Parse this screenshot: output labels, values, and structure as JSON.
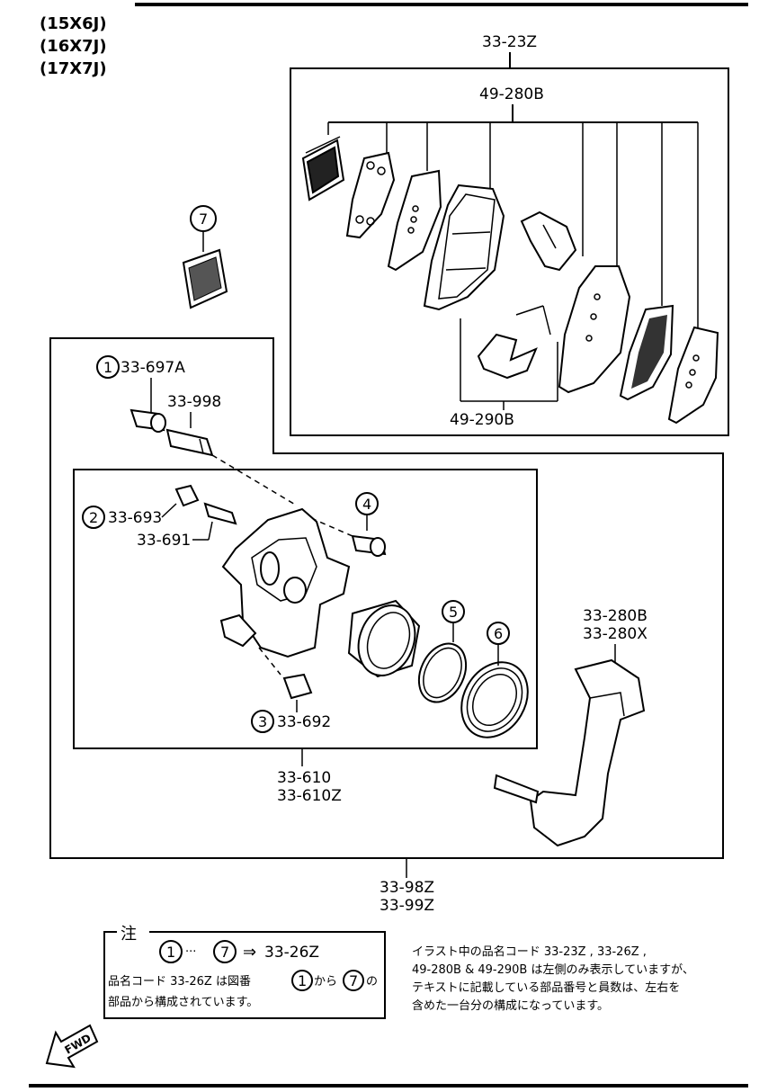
{
  "sizes": [
    "(15X6J)",
    "(16X7J)",
    "(17X7J)"
  ],
  "labels": {
    "kit_top": "33-23Z",
    "pad_set": "49-280B",
    "clip_set": "49-290B",
    "guide_pin_rubber": "33-697A",
    "guide_pin": "33-998",
    "bleeder_cap": "33-693",
    "bleeder_screw": "33-691",
    "bolt_num": "4",
    "piston_seal_num": "5",
    "dust_boot_num": "6",
    "sleeve": "33-692",
    "caliper_a": "33-610",
    "caliper_b": "33-610Z",
    "bracket_a": "33-280B",
    "bracket_b": "33-280X",
    "assy_a": "33-98Z",
    "assy_b": "33-99Z",
    "grease_num": "7",
    "num1": "1",
    "num2": "2",
    "num3": "3"
  },
  "note": {
    "title": "注",
    "range_from": "1",
    "range_sep": "···",
    "range_to": "7",
    "arrow": "⇒",
    "kit": "33-26Z",
    "line2_pre": "品名コード  33-26Z  は図番",
    "line2_a": "1",
    "line2_mid": "から",
    "line2_b": "7",
    "line2_post": "の",
    "line3": "部品から構成されています。"
  },
  "remark": {
    "line1": "イラスト中の品名コード  33-23Z , 33-26Z ,",
    "line2": "49-280B & 49-290B は左側のみ表示していますが、",
    "line3": "テキストに記載している部品番号と員数は、左右を",
    "line4": "含めた一台分の構成になっています。"
  },
  "fwd": "FWD"
}
